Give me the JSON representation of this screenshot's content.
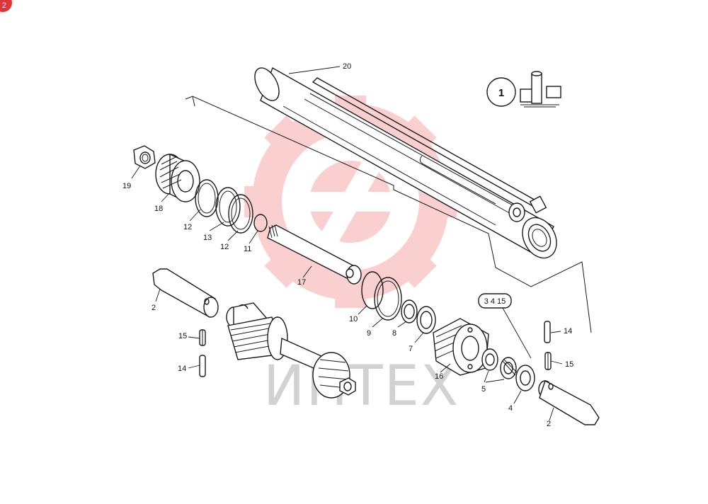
{
  "corner_badge": "2",
  "watermark": {
    "text": "ИНТЕХ",
    "gear_color": "#f5a9a9",
    "text_color": "#d2d2d2"
  },
  "view_marker": "1",
  "kit_group": "3 4 15",
  "labels": {
    "p20": "20",
    "p19": "19",
    "p18": "18",
    "p12a": "12",
    "p13": "13",
    "p12b": "12",
    "p11": "11",
    "p17": "17",
    "p2a": "2",
    "p10": "10",
    "p9": "9",
    "p8": "8",
    "p7": "7",
    "p15a": "15",
    "p14a": "14",
    "p16": "16",
    "p5": "5",
    "p4": "4",
    "p2b": "2",
    "p14b": "14",
    "p15b": "15"
  }
}
